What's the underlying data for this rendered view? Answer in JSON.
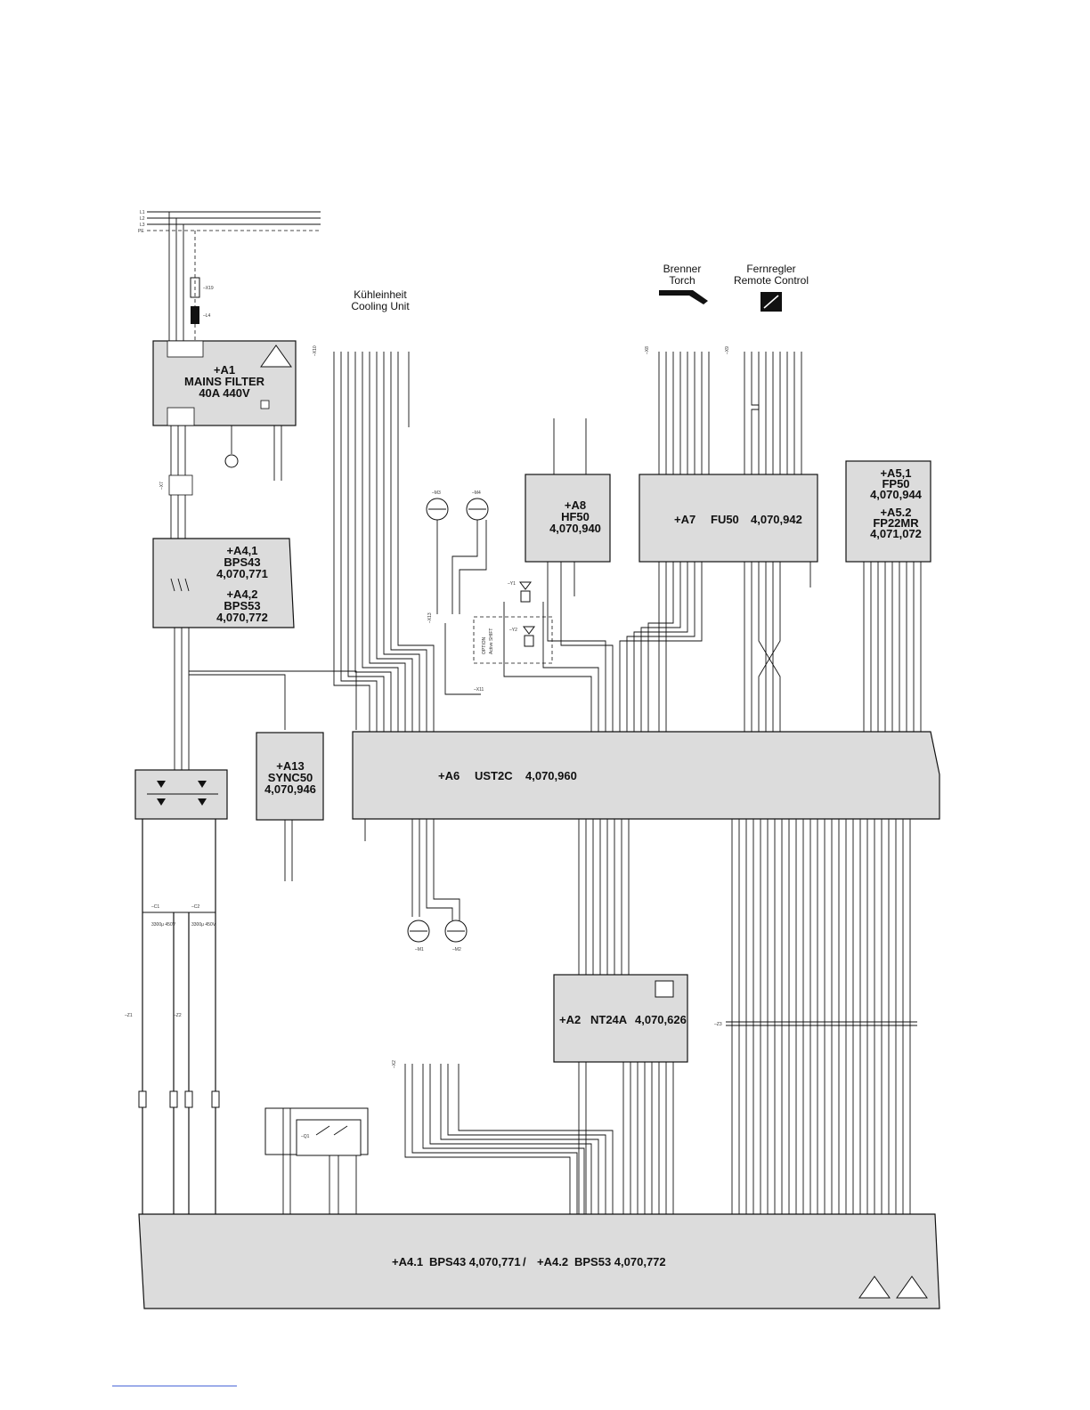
{
  "mains_lines": [
    "L1",
    "L2",
    "L3",
    "PE"
  ],
  "headers": {
    "cooling_unit_de": "Kühleinheit",
    "cooling_unit_en": "Cooling Unit",
    "torch_de": "Brenner",
    "torch_en": "Torch",
    "remote_de": "Fernregler",
    "remote_en": "Remote Control"
  },
  "modules": {
    "a1": {
      "line1": "+A1",
      "line2": "MAINS FILTER",
      "line3": "40A 440V"
    },
    "a4": {
      "line1": "+A4,1",
      "line2": "BPS43",
      "line3": "4,070,771",
      "line4": "+A4,2",
      "line5": "BPS53",
      "line6": "4,070,772"
    },
    "a8": {
      "line1": "+A8",
      "line2": "HF50",
      "line3": "4,070,940"
    },
    "a7": {
      "name": "+A7",
      "type": "FU50",
      "part": "4,070,942"
    },
    "a5": {
      "line1": "+A5,1",
      "line2": "FP50",
      "line3": "4,070,944",
      "line4": "+A5.2",
      "line5": "FP22MR",
      "line6": "4,071,072"
    },
    "a13": {
      "line1": "+A13",
      "line2": "SYNC50",
      "line3": "4,070,946"
    },
    "a6": {
      "name": "+A6",
      "type": "UST2C",
      "part": "4,070,960"
    },
    "a2": {
      "name": "+A2",
      "type": "NT24A",
      "part": "4,070,626"
    },
    "bottom": {
      "part1": "+A4.1",
      "type1": "BPS43 4,070,771",
      "sep": "/",
      "part2": "+A4.2",
      "type2": "BPS53 4,070,772"
    }
  },
  "designators": {
    "x19": "–X19",
    "l4": "–L4",
    "x10": "–X10",
    "x8": "–X8",
    "x9": "–X9",
    "x7": "–X7",
    "x13": "–X13",
    "x11": "–X11",
    "m3": "–M3",
    "m4": "–M4",
    "m1": "–M1",
    "m2": "–M2",
    "y1": "–Y1",
    "y2": "–Y2",
    "c1": "–C1",
    "c2": "–C2",
    "z1": "–Z1",
    "z2": "–Z2",
    "z3": "–Z3",
    "q1": "–Q1",
    "x2": "–X2"
  },
  "option_box": {
    "line1": "OPTION",
    "line2": "Active SHIFT"
  },
  "cap_values": {
    "c1": "3300μ 450V",
    "c2": "3300μ 450V"
  }
}
